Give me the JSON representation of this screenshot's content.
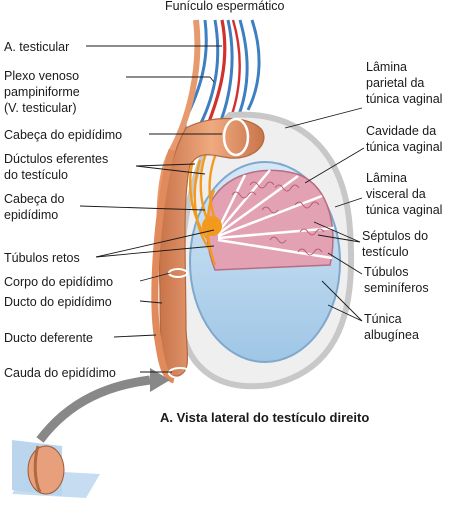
{
  "title": "Funículo espermático",
  "caption": "A. Vista lateral do testículo direito",
  "labels_left": {
    "a_testicular": "A. testicular",
    "plexo_1": "Plexo venoso",
    "plexo_2": "pampiniforme",
    "plexo_3": "(V. testicular)",
    "cabeca_epididimo": "Cabeça do epidídimo",
    "ductulos_1": "Dúctulos eferentes",
    "ductulos_2": "do testículo",
    "cabeca2_1": "Cabeça do",
    "cabeca2_2": "epidídimo",
    "tubulos_retos": "Túbulos retos",
    "corpo_epididimo": "Corpo do epidídimo",
    "ducto_epididimo": "Ducto do epidídimo",
    "ducto_deferente": "Ducto deferente",
    "cauda_epididimo": "Cauda do epidídimo"
  },
  "labels_right": {
    "lamina_parietal_1": "Lâmina",
    "lamina_parietal_2": "parietal da",
    "lamina_parietal_3": "túnica vaginal",
    "cavidade_1": "Cavidade da",
    "cavidade_2": "túnica vaginal",
    "lamina_visceral_1": "Lâmina",
    "lamina_visceral_2": "visceral da",
    "lamina_visceral_3": "túnica vaginal",
    "septulos_1": "Séptulos do",
    "septulos_2": "testículo",
    "seminiferos_1": "Túbulos",
    "seminiferos_2": "seminíferos",
    "albuginea_1": "Túnica",
    "albuginea_2": "albugínea"
  },
  "colors": {
    "artery": "#d0312d",
    "vein": "#3d7fc1",
    "epididymis": "#e79a6e",
    "tubules": "#d9839a",
    "albuginea": "#b9d7ee",
    "tunica": "#e4e4e4",
    "rete": "#f39a1e"
  }
}
